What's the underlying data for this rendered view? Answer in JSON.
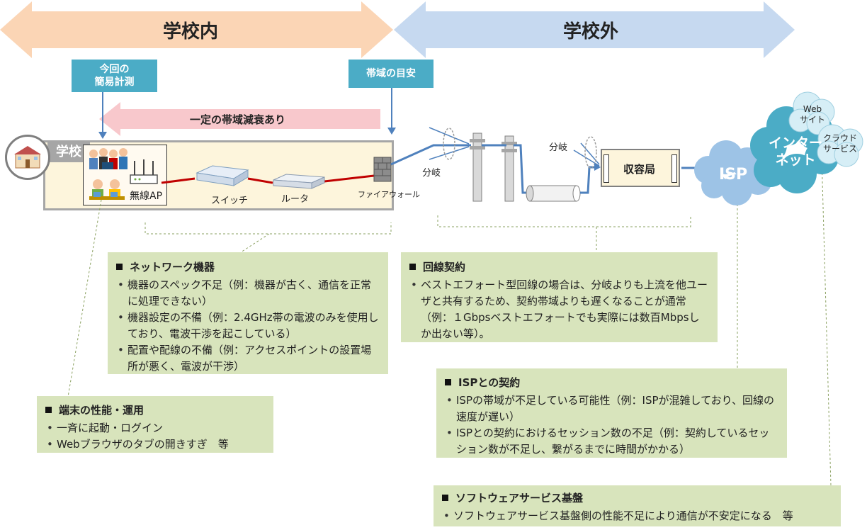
{
  "colors": {
    "inside_arrow": "#fbd5b5",
    "outside_arrow": "#c6d9f0",
    "tag": "#4bacc6",
    "info_box": "#d8e4bc",
    "pink_arrow": "#f8c8cc",
    "cloud": "#5ab4d0",
    "line_blue": "#4f81bd",
    "line_red": "#c00000"
  },
  "zones": {
    "inside": "学校内",
    "outside": "学校外"
  },
  "tags": {
    "measure": "今回の\n簡易計測",
    "bandwidth": "帯域の目安"
  },
  "attenuation": "一定の帯域減衰あり",
  "school": {
    "label": "学校",
    "devices": {
      "ap": "無線AP",
      "switch": "スイッチ",
      "router": "ルータ",
      "firewall": "ファイアウォール"
    }
  },
  "network_labels": {
    "branch_left": "分岐",
    "branch_right": "分岐",
    "station": "収容局",
    "isp": "ISP",
    "internet": "インター\nネット",
    "web": "Web\nサイト",
    "cloud_service": "クラウド\nサービス"
  },
  "boxes": {
    "network_equipment": {
      "title": "ネットワーク機器",
      "items": [
        "機器のスペック不足（例：機器が古く、通信を正常に処理できない）",
        "機器設定の不備（例：2.4GHz帯の電波のみを使用しており、電波干渉を起こしている）",
        "配置や配線の不備（例：アクセスポイントの設置場所が悪く、電波が干渉）"
      ]
    },
    "line_contract": {
      "title": "回線契約",
      "items": [
        "ベストエフォート型回線の場合は、分岐よりも上流を他ユーザと共有するため、契約帯域よりも遅くなることが通常（例：１Gbpsベストエフォートでも実際には数百Mbpsしか出ない等）。"
      ]
    },
    "terminal": {
      "title": "端末の性能・運用",
      "items": [
        "一斉に起動・ログイン",
        "Webブラウザのタブの開きすぎ　等"
      ]
    },
    "isp_contract": {
      "title": "ISPとの契約",
      "items": [
        "ISPの帯域が不足している可能性（例：ISPが混雑しており、回線の速度が遅い）",
        "ISPとの契約におけるセッション数の不足（例：契約しているセッション数が不足し、繋がるまでに時間がかかる）"
      ]
    },
    "software": {
      "title": "ソフトウェアサービス基盤",
      "items": [
        "ソフトウェアサービス基盤側の性能不足により通信が不安定になる　等"
      ]
    }
  }
}
